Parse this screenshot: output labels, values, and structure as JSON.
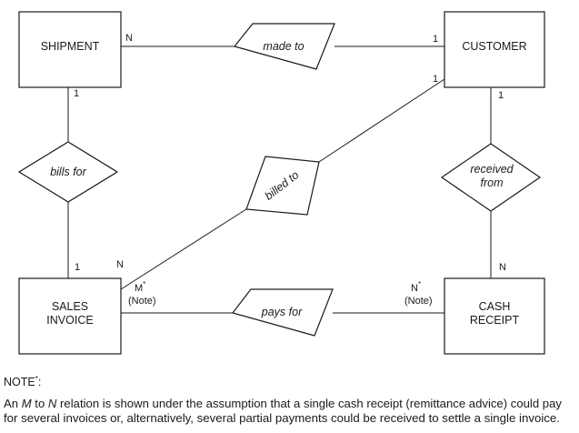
{
  "entities": {
    "shipment": "SHIPMENT",
    "customer": "CUSTOMER",
    "sales_invoice": [
      "SALES",
      "INVOICE"
    ],
    "cash_receipt": [
      "CASH",
      "RECEIPT"
    ]
  },
  "relationships": {
    "made_to": "made to",
    "bills_for": "bills for",
    "billed_to": "billed to",
    "received_from": [
      "received",
      "from"
    ],
    "pays_for": "pays for"
  },
  "cardinalities": {
    "shipment_made_to": "N",
    "customer_made_to": "1",
    "customer_billed_to": "1",
    "customer_received_from": "1",
    "shipment_bills_for": "1",
    "invoice_bills_for": "1",
    "invoice_billed_to": "N",
    "invoice_pays_for": "M",
    "invoice_pays_for_mark": "*",
    "invoice_pays_for_note": "(Note)",
    "receipt_pays_for": "N",
    "receipt_pays_for_mark": "*",
    "receipt_pays_for_note": "(Note)",
    "receipt_received_from": "N"
  },
  "note": {
    "label": "NOTE",
    "mark": "*",
    "colon": ":",
    "line1": {
      "p1": "An ",
      "it1": "M",
      "p2": " to ",
      "it2": "N",
      "p3": " relation is shown under the assumption that a single cash receipt (remittance advice) could pay"
    },
    "line2": "for several invoices or, alternatively, several partial payments could be received to settle a single invoice."
  }
}
